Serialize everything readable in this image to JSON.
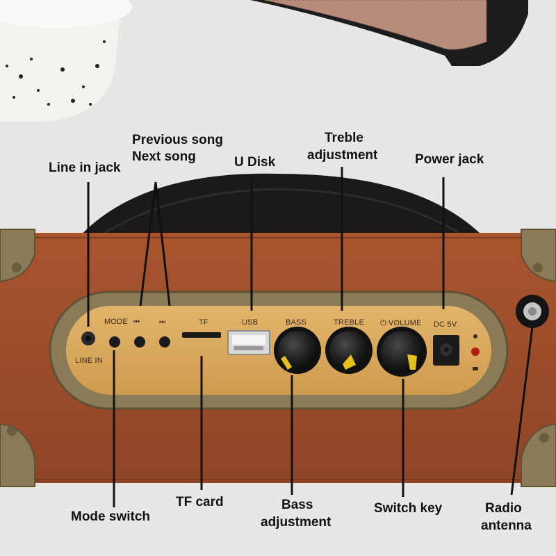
{
  "callouts": {
    "previous_song": "Previous song",
    "next_song": "Next song",
    "treble_adjustment_line1": "Treble",
    "treble_adjustment_line2": "adjustment",
    "line_in_jack": "Line in jack",
    "u_disk": "U Disk",
    "power_jack": "Power jack",
    "mode_switch": "Mode switch",
    "tf_card": "TF card",
    "bass_adjustment_line1": "Bass",
    "bass_adjustment_line2": "adjustment",
    "switch_key": "Switch key",
    "radio_antenna_line1": "Radio",
    "radio_antenna_line2": "antenna"
  },
  "panel_labels": {
    "mode": "MODE",
    "line_in": "LINE IN",
    "tf": "TF",
    "usb": "USB",
    "bass": "BASS",
    "treble": "TREBLE",
    "volume": "VOLUME",
    "dc": "DC 5V"
  },
  "colors": {
    "leather": "#9e4f2d",
    "panel": "#d9a85c",
    "brass": "#8a7a55",
    "knob": "#1c1c1c",
    "knob_marker": "#e5c21a",
    "background": "#e9e7e6"
  }
}
